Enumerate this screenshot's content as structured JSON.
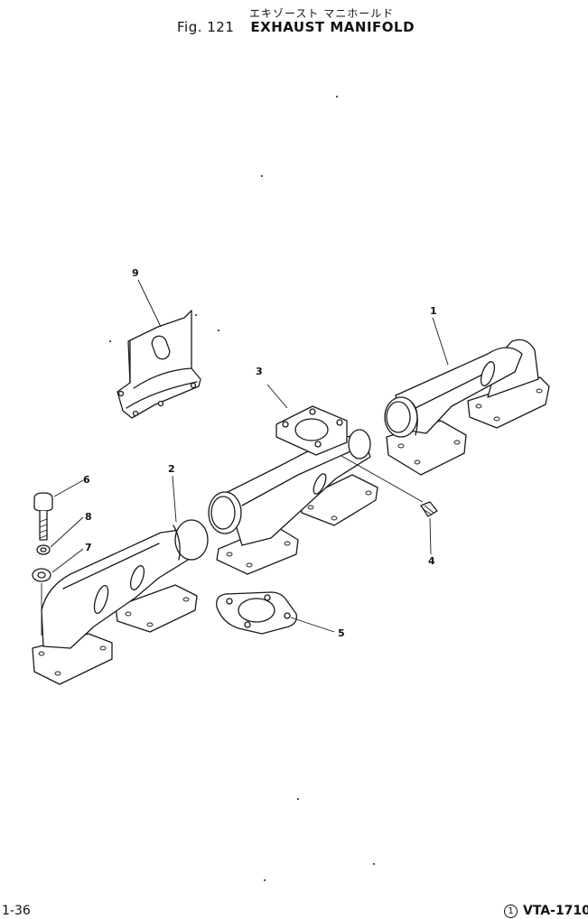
{
  "header": {
    "title_jp": "エキゾースト マニホールド",
    "fig_label": "Fig. 121",
    "title_en": "EXHAUST MANIFOLD"
  },
  "callouts": [
    {
      "id": "callout-1",
      "text": "1"
    },
    {
      "id": "callout-2",
      "text": "2"
    },
    {
      "id": "callout-3",
      "text": "3"
    },
    {
      "id": "callout-4",
      "text": "4"
    },
    {
      "id": "callout-5",
      "text": "5"
    },
    {
      "id": "callout-6",
      "text": "6"
    },
    {
      "id": "callout-7",
      "text": "7"
    },
    {
      "id": "callout-8",
      "text": "8"
    },
    {
      "id": "callout-9",
      "text": "9"
    }
  ],
  "footer": {
    "page_number": "1-36",
    "revision_mark": "1",
    "doc_code": "VTA-1710"
  }
}
